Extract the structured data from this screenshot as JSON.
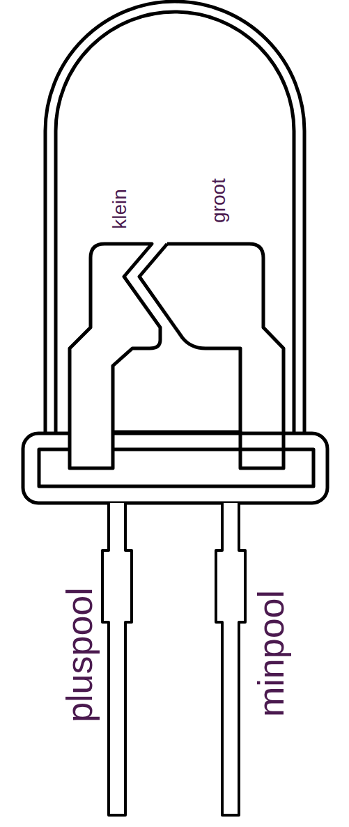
{
  "diagram": {
    "labels": [
      "klein",
      "groot",
      "pluspool",
      "minpool"
    ]
  }
}
